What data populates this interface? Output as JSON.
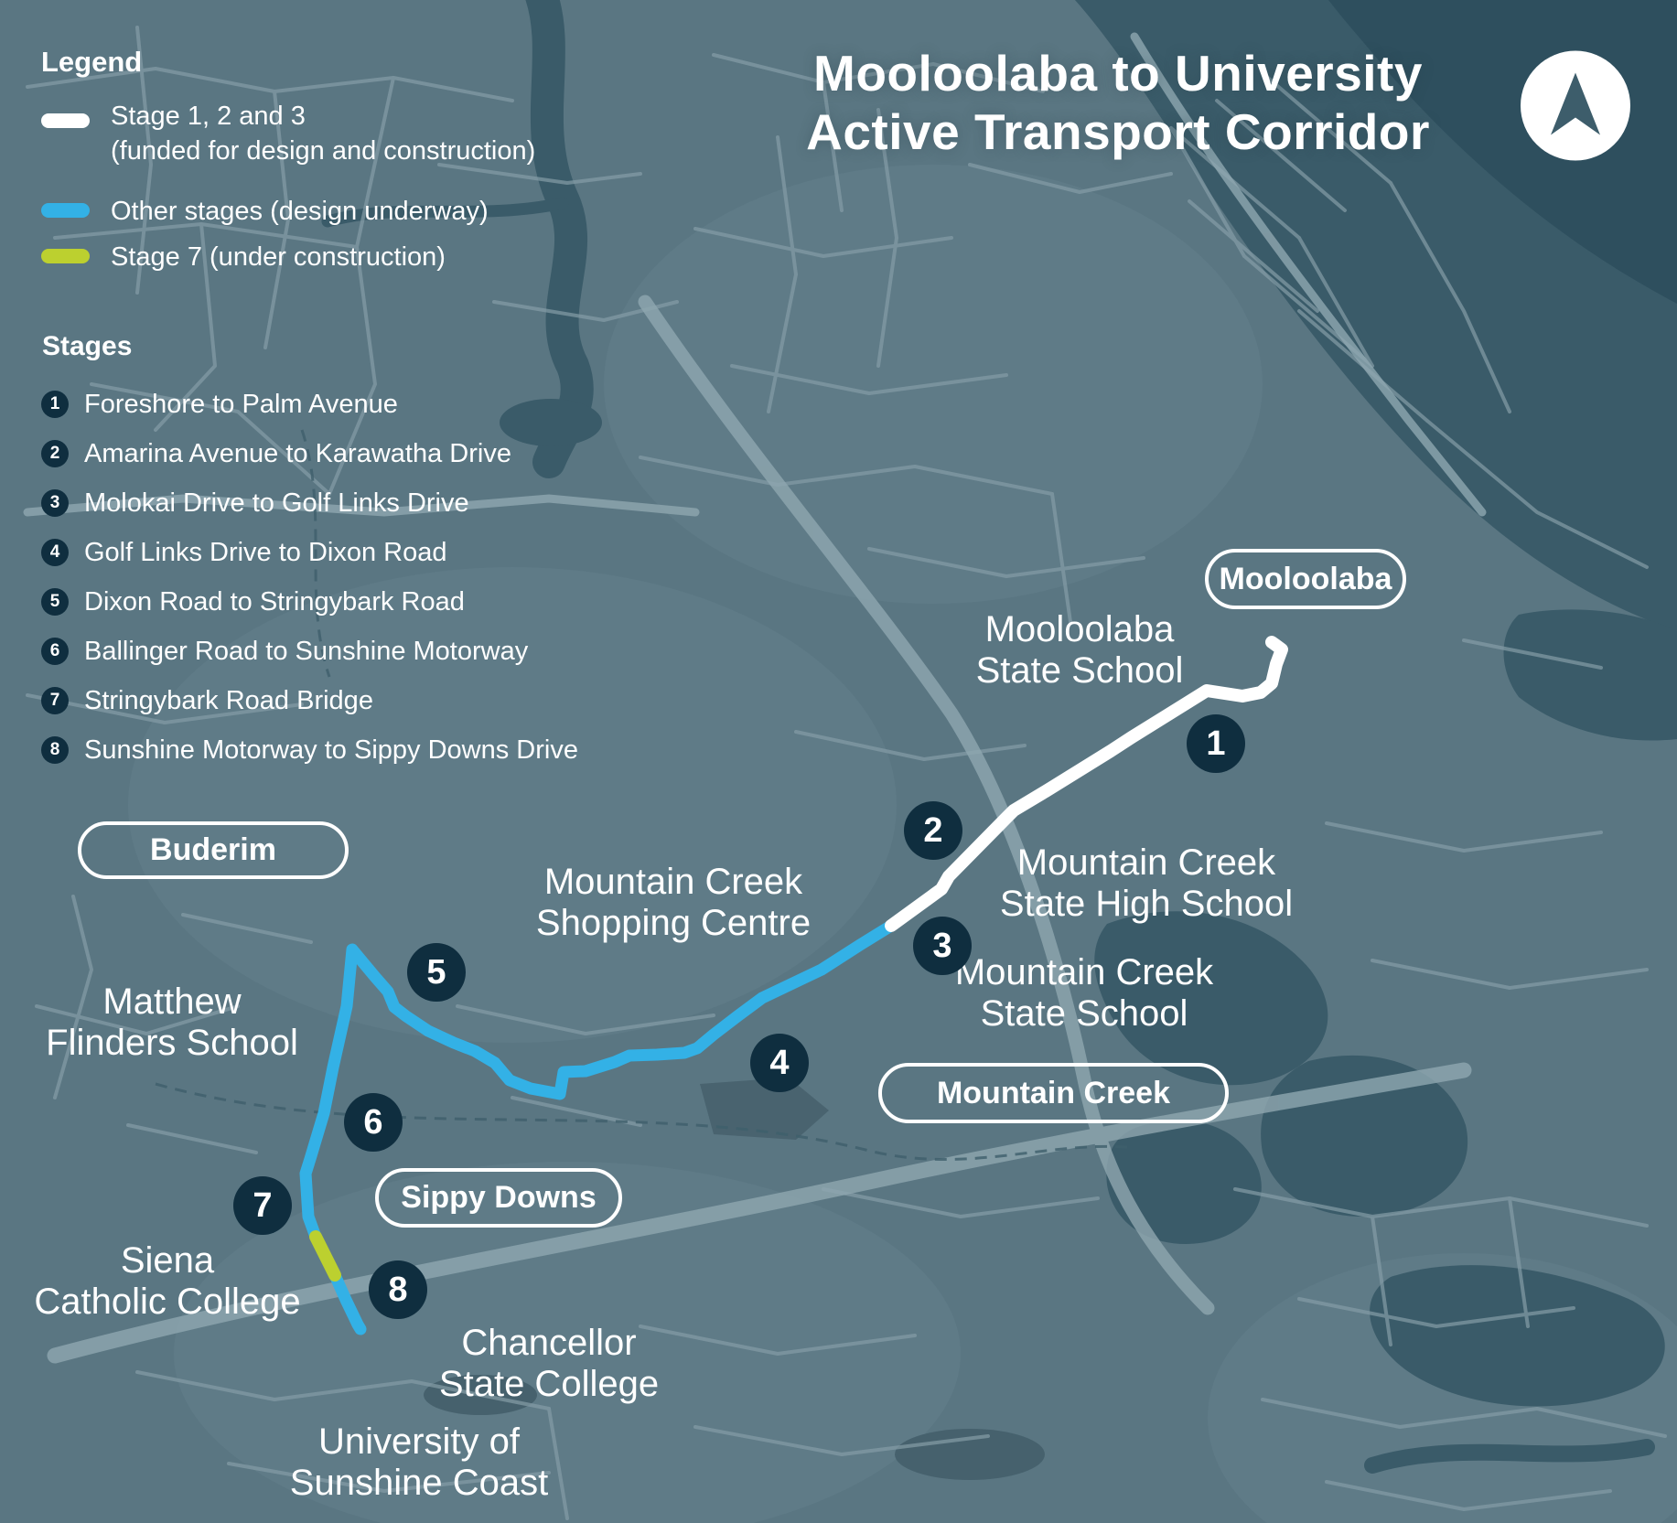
{
  "title": {
    "line1": "Mooloolaba to University",
    "line2": "Active Transport Corridor"
  },
  "icons": {
    "north": "north-arrow-icon"
  },
  "legend": {
    "heading": "Legend",
    "items": [
      {
        "swatch_color": "#ffffff",
        "label": "Stage 1, 2 and 3",
        "sublabel": "(funded for design and construction)"
      },
      {
        "swatch_color": "#33b1e6",
        "label": "Other stages (design underway)",
        "sublabel": ""
      },
      {
        "swatch_color": "#bcd02f",
        "label": "Stage 7 (under construction)",
        "sublabel": ""
      }
    ]
  },
  "stages": {
    "heading": "Stages",
    "items": [
      {
        "num": "1",
        "label": "Foreshore to Palm Avenue"
      },
      {
        "num": "2",
        "label": "Amarina Avenue to Karawatha Drive"
      },
      {
        "num": "3",
        "label": "Molokai Drive to Golf Links Drive"
      },
      {
        "num": "4",
        "label": "Golf Links Drive to Dixon Road"
      },
      {
        "num": "5",
        "label": "Dixon Road to Stringybark Road"
      },
      {
        "num": "6",
        "label": "Ballinger Road to Sunshine Motorway"
      },
      {
        "num": "7",
        "label": "Stringybark Road Bridge"
      },
      {
        "num": "8",
        "label": "Sunshine Motorway to Sippy Downs Drive"
      }
    ]
  },
  "map": {
    "pills": [
      {
        "label": "Mooloolaba"
      },
      {
        "label": "Buderim"
      },
      {
        "label": "Mountain Creek"
      },
      {
        "label": "Sippy Downs"
      }
    ],
    "labels": [
      {
        "line1": "Mooloolaba",
        "line2": "State School"
      },
      {
        "line1": "Mountain Creek",
        "line2": "State High School"
      },
      {
        "line1": "Mountain Creek",
        "line2": "State School"
      },
      {
        "line1": "Mountain Creek",
        "line2": "Shopping Centre"
      },
      {
        "line1": "Matthew",
        "line2": "Flinders School"
      },
      {
        "line1": "Siena",
        "line2": "Catholic College"
      },
      {
        "line1": "Chancellor",
        "line2": "State College"
      },
      {
        "line1": "University of",
        "line2": "Sunshine Coast"
      }
    ],
    "markers": [
      {
        "label": "1"
      },
      {
        "label": "2"
      },
      {
        "label": "3"
      },
      {
        "label": "4"
      },
      {
        "label": "5"
      },
      {
        "label": "6"
      },
      {
        "label": "7"
      },
      {
        "label": "8"
      }
    ]
  },
  "colors": {
    "base": "#5a7682",
    "water": "#3a5b69",
    "water_dark": "#2e4f5e",
    "road": "#859da7",
    "road_major": "#8fa7b0",
    "route_white": "#ffffff",
    "route_blue": "#33b1e6",
    "route_green": "#bcd02f",
    "navy": "#0f2e3f"
  }
}
